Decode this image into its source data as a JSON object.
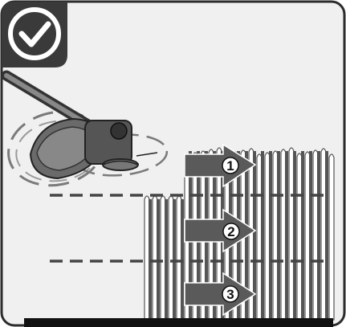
{
  "badge": {
    "icon": "checkmark-icon"
  },
  "tool": {
    "icon": "string-trimmer-icon"
  },
  "steps": [
    {
      "label": "1"
    },
    {
      "label": "2"
    },
    {
      "label": "3"
    }
  ],
  "colors": {
    "frame": "#2b2b2b",
    "panel": "#f0f0f0",
    "grass_light": "#ffffff",
    "grass_dark": "#555555",
    "arrow": "#5a5a5a",
    "badge_bg": "#3a3a3a",
    "badge_check": "#ffffff",
    "divider": "#444444"
  }
}
